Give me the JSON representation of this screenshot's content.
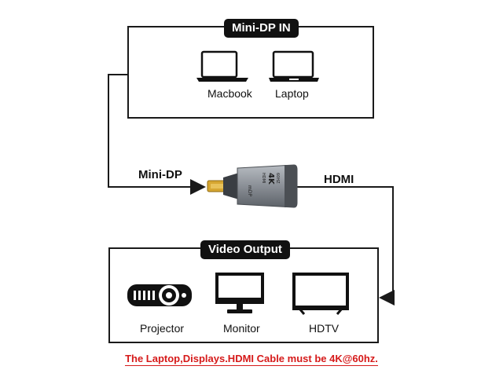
{
  "input_box": {
    "title": "Mini-DP IN",
    "devices": [
      {
        "label": "Macbook",
        "icon": "macbook-icon"
      },
      {
        "label": "Laptop",
        "icon": "laptop-icon"
      }
    ]
  },
  "output_box": {
    "title": "Video Output",
    "devices": [
      {
        "label": "Projector",
        "icon": "projector-icon"
      },
      {
        "label": "Monitor",
        "icon": "monitor-icon"
      },
      {
        "label": "HDTV",
        "icon": "hdtv-icon"
      }
    ]
  },
  "connections": {
    "input_label": "Mini-DP",
    "output_label": "HDMI"
  },
  "adapter": {
    "icon": "adapter-icon",
    "printed_text": [
      "HDMI",
      "4K",
      "60HZ"
    ]
  },
  "note": "The Laptop,Displays.HDMI Cable must be 4K@60hz.",
  "colors": {
    "line": "#1a1a1a",
    "title_bg": "#111111",
    "note": "#d61a1a",
    "adapter_body": "#8a8f96",
    "connector": "#d6a631"
  }
}
